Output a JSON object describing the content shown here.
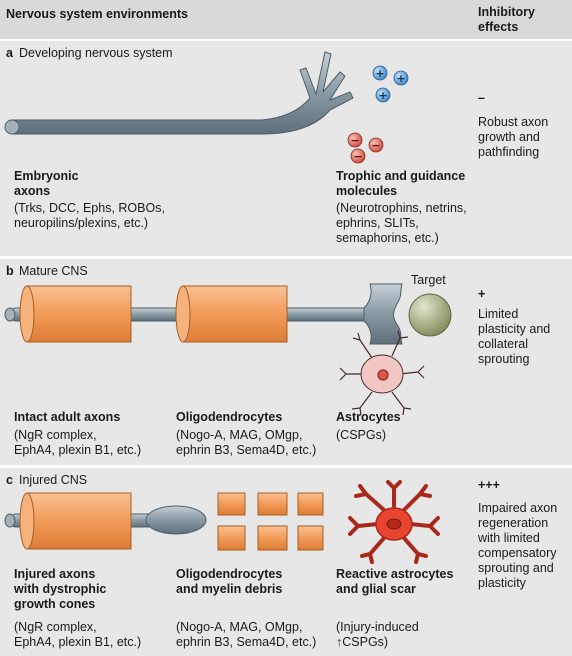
{
  "header": {
    "left": "Nervous system environments",
    "right": "Inhibitory\neffects"
  },
  "panels": [
    {
      "letter": "a",
      "title": "Developing nervous system",
      "effect_symbol": "–",
      "effect_text": "Robust axon\ngrowth and\npathfinding",
      "col1_title": "Embryonic\naxons",
      "col1_sub": "(Trks, DCC, Ephs, ROBOs,\nneuropilins/plexins, etc.)",
      "col3_title": "Trophic and guidance\nmolecules",
      "col3_sub": "(Neurotrophins, netrins,\nephrins, SLITs,\nsemaphorins, etc.)"
    },
    {
      "letter": "b",
      "title": "Mature CNS",
      "target_label": "Target",
      "effect_symbol": "+",
      "effect_text": "Limited\nplasticity and\ncollateral\nsprouting",
      "col1_title": "Intact adult axons",
      "col1_sub": "(NgR complex,\nEphA4, plexin B1, etc.)",
      "col2_title": "Oligodendrocytes",
      "col2_sub": "(Nogo-A, MAG, OMgp,\nephrin B3, Sema4D, etc.)",
      "col3_title": "Astrocytes",
      "col3_sub": "(CSPGs)"
    },
    {
      "letter": "c",
      "title": "Injured CNS",
      "effect_symbol": "+++",
      "effect_text": "Impaired axon\nregeneration\nwith limited\ncompensatory\nsprouting and\nplasticity",
      "col1_title": "Injured axons\nwith dystrophic\ngrowth cones",
      "col1_sub": "(NgR complex,\nEphA4, plexin B1, etc.)",
      "col2_title": "Oligodendrocytes\nand myelin debris",
      "col2_sub": "(Nogo-A, MAG, OMgp,\nephrin B3, Sema4D, etc.)",
      "col3_title": "Reactive astrocytes\nand glial scar",
      "col3_sub": "(Injury-induced\n↑CSPGs)"
    }
  ],
  "charges": {
    "positive": "+",
    "negative": "−"
  },
  "colors": {
    "panel_bg": "#e7e7e7",
    "header_bg": "#d9d9d9",
    "axon_gray": "#8a9aa6",
    "myelin_orange": "#f3a162",
    "positive_blue": "#5b9bd5",
    "negative_red": "#d9534f",
    "target_olive": "#9aa47a",
    "astrocyte_pink": "#f2c6c2",
    "reactive_red": "#e8442f"
  }
}
